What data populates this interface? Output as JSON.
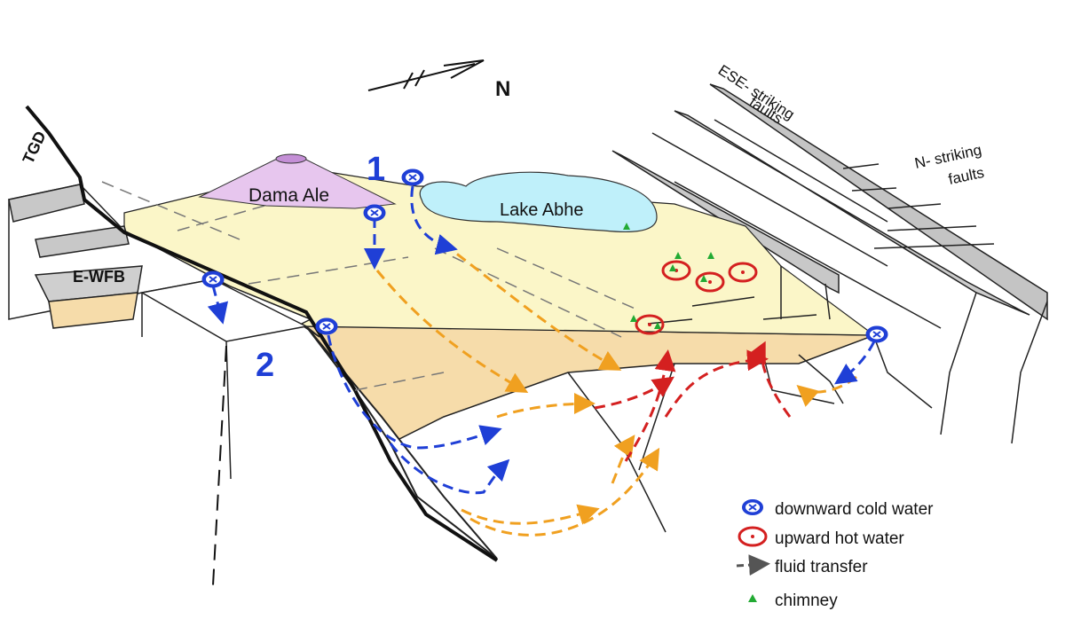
{
  "labels": {
    "tgd": "TGD",
    "ewfb": "E-WFB",
    "dama_ale": "Dama Ale",
    "lake_abhe": "Lake Abhe",
    "north": "N",
    "num1": "1",
    "num2": "2",
    "ese_line1": "ESE- striking",
    "ese_line2": "faults",
    "n_line1": "N- striking",
    "n_line2": "faults"
  },
  "legend": {
    "cold": "downward cold water",
    "hot": "upward hot water",
    "transfer": "fluid transfer",
    "chimney": "chimney"
  },
  "colors": {
    "cold_blue": "#1f3fd6",
    "hot_red": "#d42020",
    "fluid_orange": "#f0a020",
    "chimney_green": "#22aa33",
    "surface_yellow": "#fbf6c8",
    "subsurface_tan": "#f6dcaa",
    "lake_blue": "#bff0fa",
    "volcano_purple": "#e7c6ee",
    "fault_gray": "#bcbcbc"
  }
}
